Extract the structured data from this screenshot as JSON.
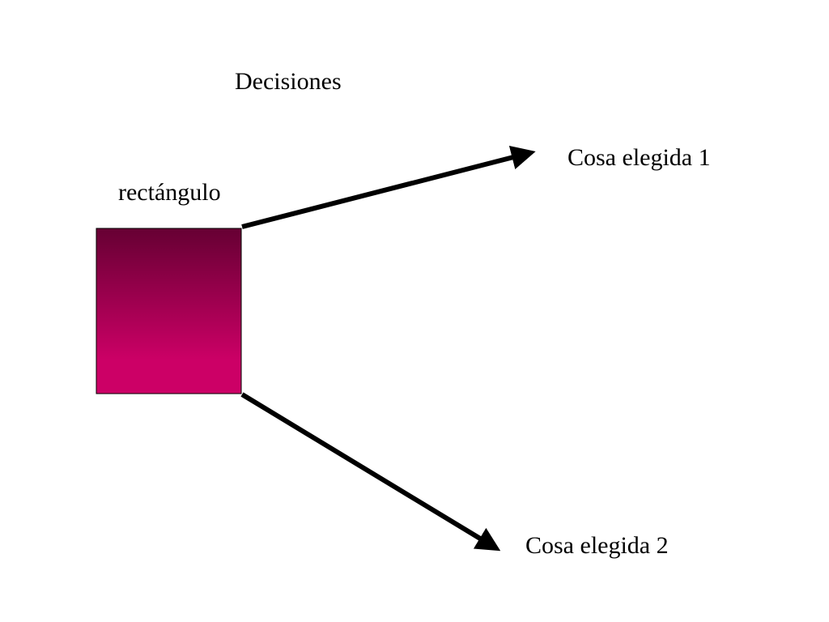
{
  "diagram": {
    "title": "Decisiones",
    "box_label": "rectángulo",
    "choices": [
      {
        "label": "Cosa elegida 1"
      },
      {
        "label": "Cosa elegida 2"
      }
    ]
  },
  "colors": {
    "box_gradient_top": "#660033",
    "box_gradient_bottom": "#cc0066",
    "arrow": "#000000",
    "background": "#ffffff"
  }
}
